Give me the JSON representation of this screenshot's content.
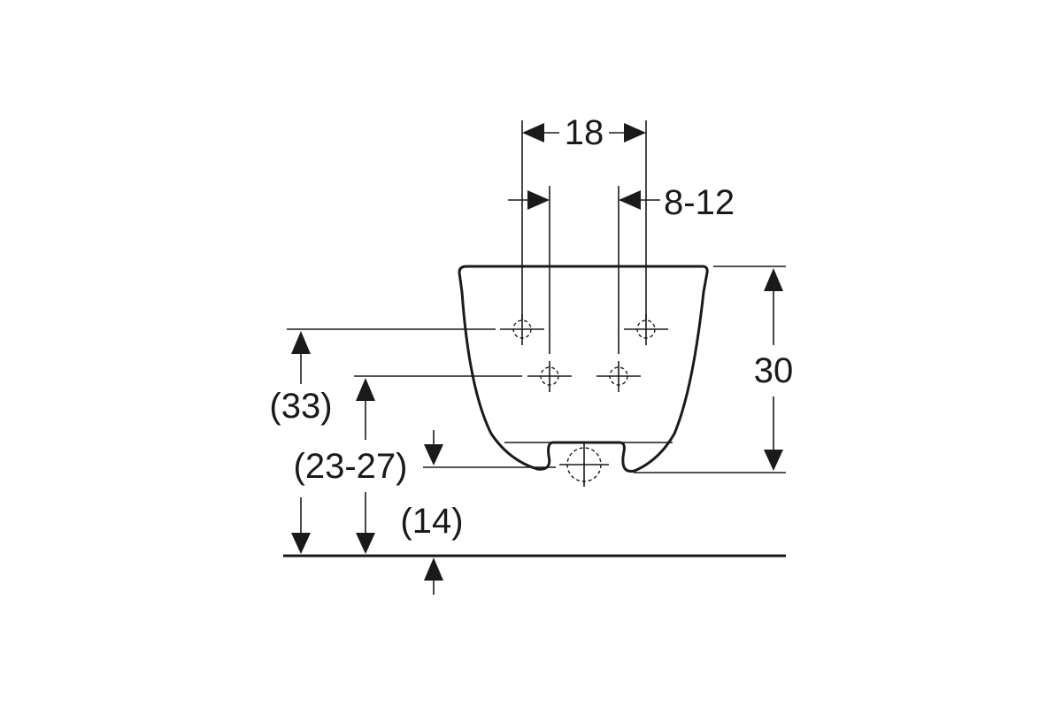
{
  "dimensions": {
    "hole_spacing": "18",
    "hole_offset": "8-12",
    "bowl_height": "30",
    "upper_hole_height": "(33)",
    "lower_hole_height": "(23-27)",
    "outlet_height": "(14)"
  },
  "colors": {
    "line": "#1a1a1a",
    "background": "#ffffff"
  }
}
